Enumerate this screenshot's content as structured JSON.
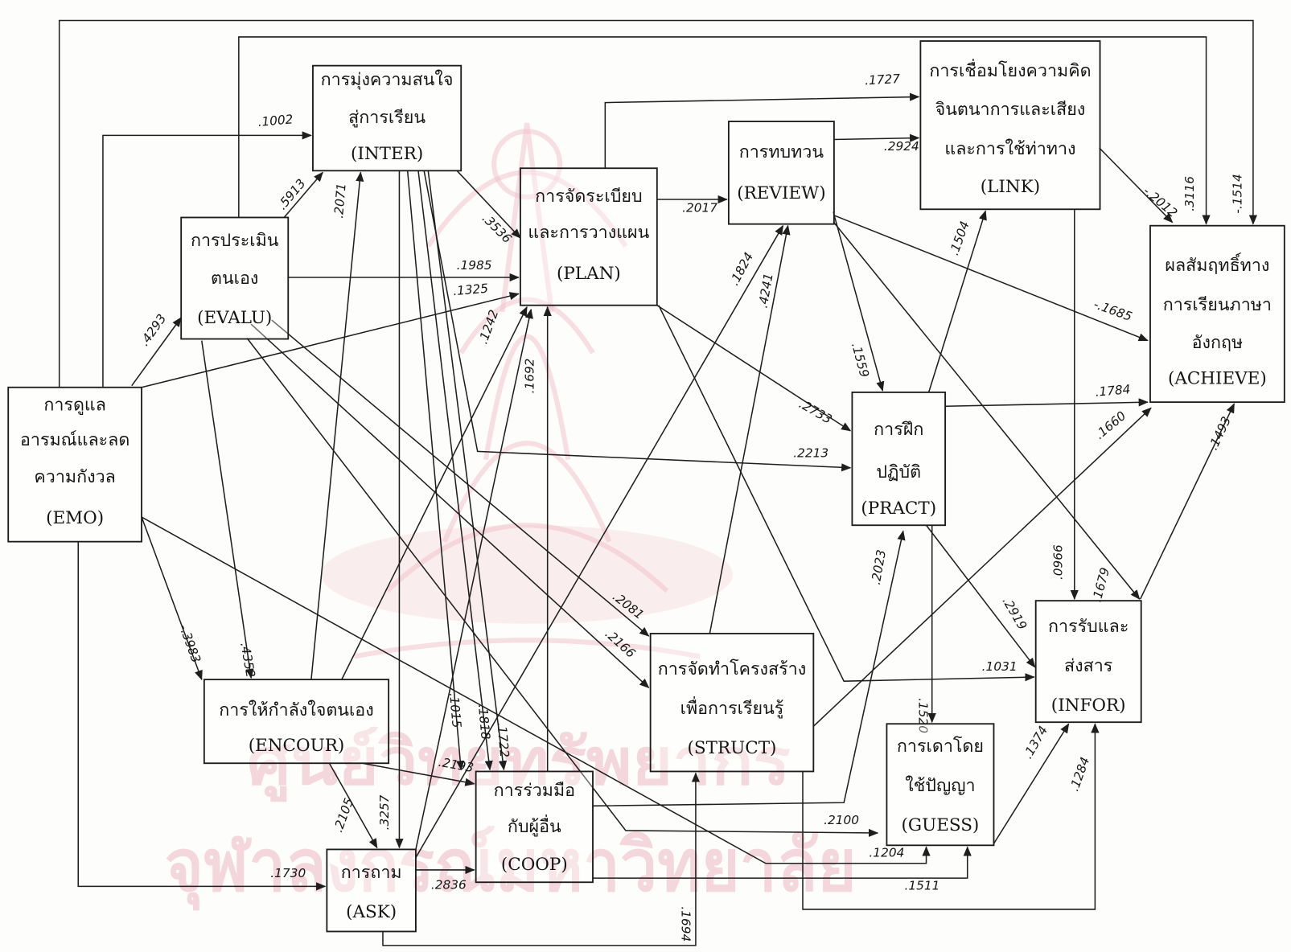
{
  "nodes": {
    "inter": {
      "lines": [
        "การมุ่งความสนใจ",
        "สู่การเรียน",
        "(INTER)"
      ]
    },
    "evalu": {
      "lines": [
        "การประเมิน",
        "ตนเอง",
        "(EVALU)"
      ]
    },
    "emo": {
      "lines": [
        "การดูแล",
        "อารมณ์และลด",
        "ความกังวล",
        "(EMO)"
      ]
    },
    "plan": {
      "lines": [
        "การจัดระเบียบ",
        "และการวางแผน",
        "(PLAN)"
      ]
    },
    "review": {
      "lines": [
        "การทบทวน",
        "(REVIEW)"
      ]
    },
    "link": {
      "lines": [
        "การเชื่อมโยงความคิด",
        "จินตนาการและเสียง",
        "และการใช้ท่าทาง",
        "(LINK)"
      ]
    },
    "achieve": {
      "lines": [
        "ผลสัมฤทธิ์ทาง",
        "การเรียนภาษา",
        "อังกฤษ",
        "(ACHIEVE)"
      ]
    },
    "pract": {
      "lines": [
        "การฝึก",
        "ปฏิบัติ",
        "(PRACT)"
      ]
    },
    "infor": {
      "lines": [
        "การรับและ",
        "ส่งสาร",
        "(INFOR)"
      ]
    },
    "struct": {
      "lines": [
        "การจัดทำโครงสร้าง",
        "เพื่อการเรียนรู้",
        "(STRUCT)"
      ]
    },
    "guess": {
      "lines": [
        "การเดาโดย",
        "ใช้ปัญญา",
        "(GUESS)"
      ]
    },
    "encour": {
      "lines": [
        "การให้กำลังใจตนเอง",
        "(ENCOUR)"
      ]
    },
    "coop": {
      "lines": [
        "การร่วมมือ",
        "กับผู้อื่น",
        "(COOP)"
      ]
    },
    "ask": {
      "lines": [
        "การถาม",
        "(ASK)"
      ]
    }
  },
  "path_coefficients": [
    ".1002",
    ".5913",
    ".4293",
    ".1985",
    ".1325",
    ".3536",
    ".2071",
    ".1242",
    ".1692",
    ".2017",
    ".1727",
    ".2924",
    ".3116",
    "-.1514",
    "-.2012",
    "-.1685",
    ".1784",
    ".1660",
    ".1493",
    ".1504",
    ".2733",
    ".2213",
    ".1559",
    ".4241",
    ".1824",
    ".1031",
    ".0966",
    ".1679",
    ".2919",
    ".1520",
    ".1374",
    ".1284",
    ".1694",
    ".2023",
    ".2100",
    ".1204",
    ".1511",
    ".1730",
    ".2836",
    ".2105",
    ".3257",
    ".2193",
    ".1015",
    ".1818",
    ".1722",
    ".2081",
    ".2166",
    ".4352",
    "-.3983"
  ],
  "watermark": {
    "line1": "ศูนย์วิทยทรัพยากร",
    "line2": "จุฬาลงกรณ์มหาวิทยาลัย"
  },
  "colors": {
    "ink": "#1e1e1e",
    "watermark": "#e7a9b6",
    "paper": "#fdfdfb"
  }
}
